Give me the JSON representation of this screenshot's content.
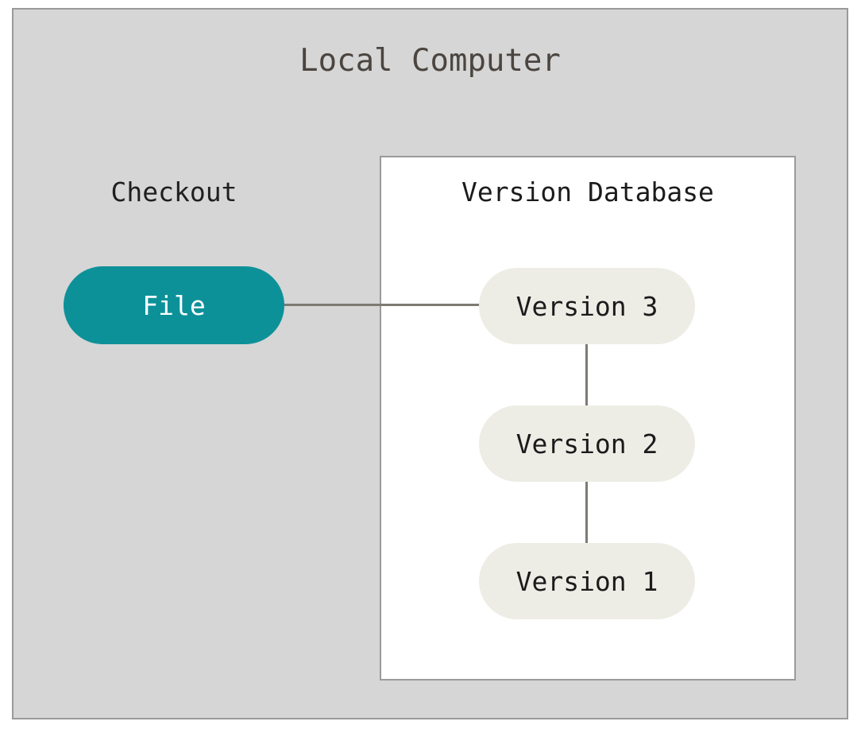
{
  "diagram": {
    "title": "Local Computer",
    "background_color": "#d6d6d6",
    "border_color": "#9a9a9a",
    "checkout": {
      "label": "Checkout",
      "node": {
        "label": "File",
        "fill_color": "#0d9199",
        "text_color": "#ffffff"
      }
    },
    "version_database": {
      "title": "Version Database",
      "panel_color": "#ffffff",
      "node_fill_color": "#edede6",
      "nodes": [
        {
          "label": "Version 3"
        },
        {
          "label": "Version 2"
        },
        {
          "label": "Version 1"
        }
      ]
    },
    "connector_color": "#7d7a72"
  }
}
